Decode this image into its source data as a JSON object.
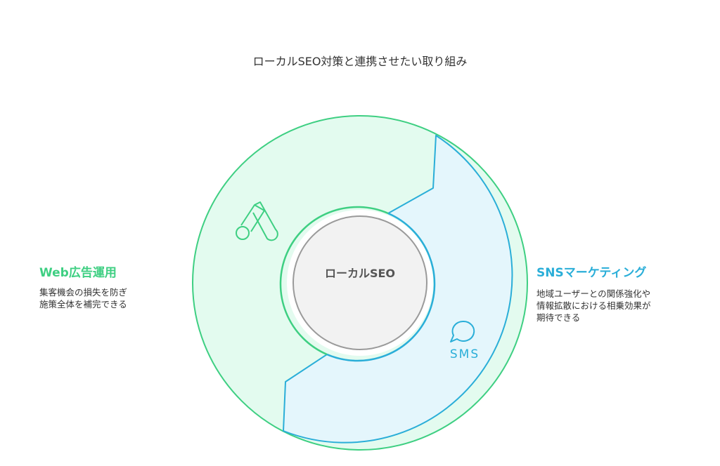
{
  "title": "ローカルSEO対策と連携させたい取り組み",
  "center": {
    "label": "ローカルSEO"
  },
  "left": {
    "title": "Web広告運用",
    "desc_lines": [
      "集客機会の損失を防ぎ",
      "施策全体を補完できる"
    ]
  },
  "right": {
    "title": "SNSマーケティング",
    "desc_lines": [
      "地域ユーザーとの関係強化や",
      "情報拡散における相乗効果が",
      "期待できる"
    ],
    "icon_text": "SMS"
  },
  "colors": {
    "green_stroke": "#3ecf82",
    "green_fill": "#e3fbef",
    "blue_stroke": "#2aaed8",
    "blue_fill": "#e4f6fc",
    "center_fill": "#f2f2f2",
    "center_stroke": "#9a9a9a"
  },
  "icons": {
    "left": "google-ads-icon",
    "right": "sms-chat-icon"
  }
}
